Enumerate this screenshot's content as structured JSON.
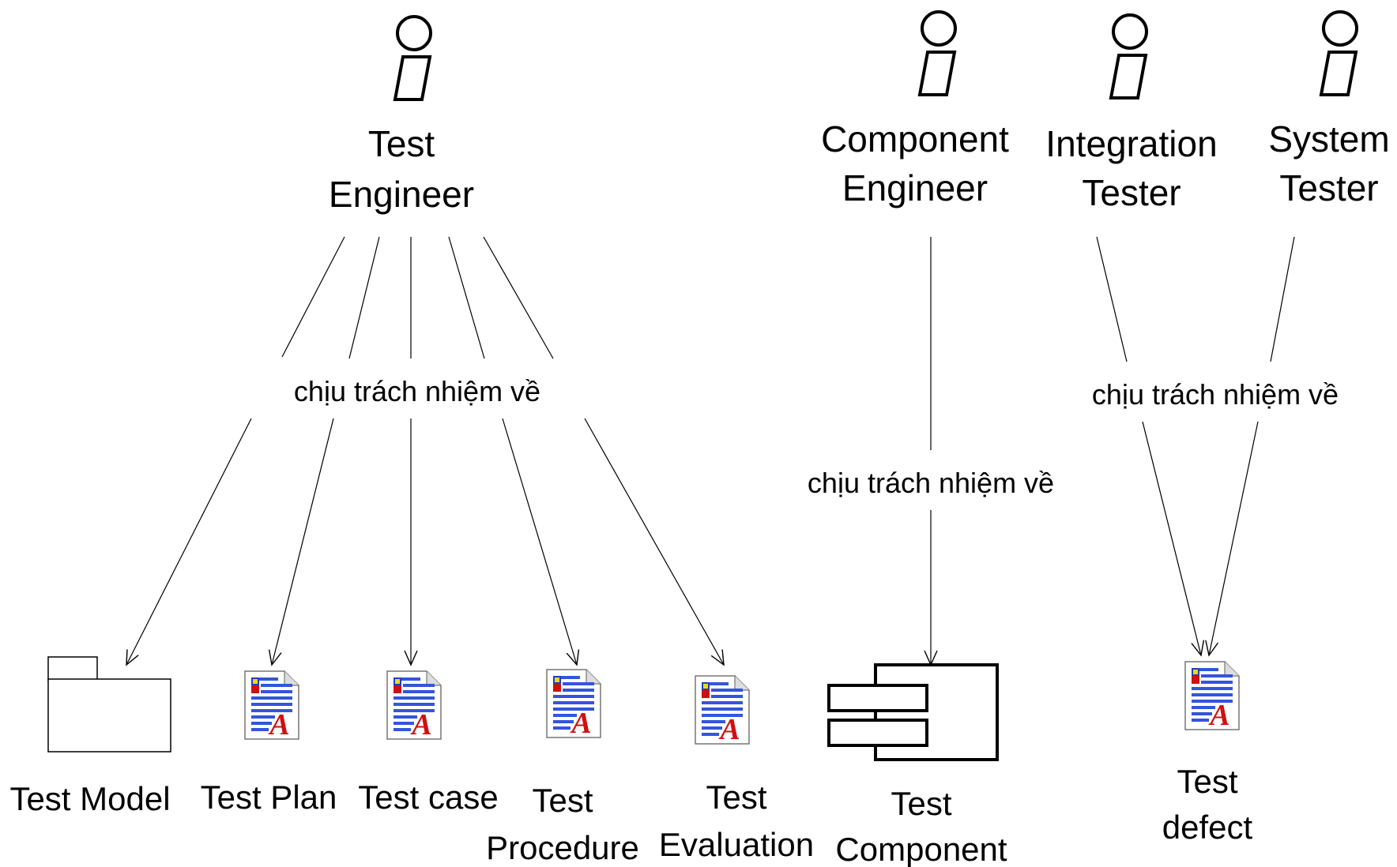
{
  "actors": {
    "test_engineer": [
      "Test",
      "Engineer"
    ],
    "component_engineer": [
      "Component",
      "Engineer"
    ],
    "integration_tester": [
      "Integration",
      "Tester"
    ],
    "system_tester": [
      "System",
      "Tester"
    ]
  },
  "relationship_label": "chịu trách nhiệm về",
  "artifacts": {
    "test_model": [
      "Test Model"
    ],
    "test_plan": [
      "Test Plan"
    ],
    "test_case": [
      "Test case"
    ],
    "test_procedure": [
      "Test",
      "Procedure"
    ],
    "test_evaluation": [
      "Test",
      "Evaluation"
    ],
    "test_component": [
      "Test",
      "Component"
    ],
    "test_defect": [
      "Test",
      "defect"
    ]
  },
  "icons": {
    "actor": "stick-actor-icon",
    "package": "folder-package-icon",
    "document": "document-icon",
    "component": "uml-component-icon"
  }
}
